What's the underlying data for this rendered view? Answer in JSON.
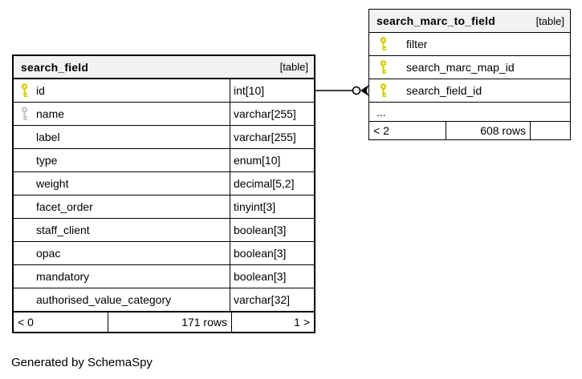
{
  "canvas": {
    "generated_note": "Generated by SchemaSpy"
  },
  "colors": {
    "background": "#ffffff",
    "border": "#000000",
    "header_bg": "#f2f2f2",
    "primary_key_icon": "#d2d204",
    "index_key_icon": "#c6c6c6"
  },
  "icons": {
    "primary_key": "yellow-key",
    "indexed_column": "gray-key"
  },
  "search_field": {
    "title": "search_field",
    "badge": "[table]",
    "columns": [
      {
        "name": "id",
        "type": "int[10]"
      },
      {
        "name": "name",
        "type": "varchar[255]"
      },
      {
        "name": "label",
        "type": "varchar[255]"
      },
      {
        "name": "type",
        "type": "enum[10]"
      },
      {
        "name": "weight",
        "type": "decimal[5,2]"
      },
      {
        "name": "facet_order",
        "type": "tinyint[3]"
      },
      {
        "name": "staff_client",
        "type": "boolean[3]"
      },
      {
        "name": "opac",
        "type": "boolean[3]"
      },
      {
        "name": "mandatory",
        "type": "boolean[3]"
      },
      {
        "name": "authorised_value_category",
        "type": "varchar[32]"
      }
    ],
    "footer": {
      "parents": "< 0",
      "rows": "171 rows",
      "children": "1 >"
    }
  },
  "search_marc_to_field": {
    "title": "search_marc_to_field",
    "badge": "[table]",
    "columns": [
      {
        "name": "filter"
      },
      {
        "name": "search_marc_map_id"
      },
      {
        "name": "search_field_id"
      }
    ],
    "ellipsis": "...",
    "footer": {
      "parents": "< 2",
      "rows": "608 rows",
      "children": ""
    }
  }
}
